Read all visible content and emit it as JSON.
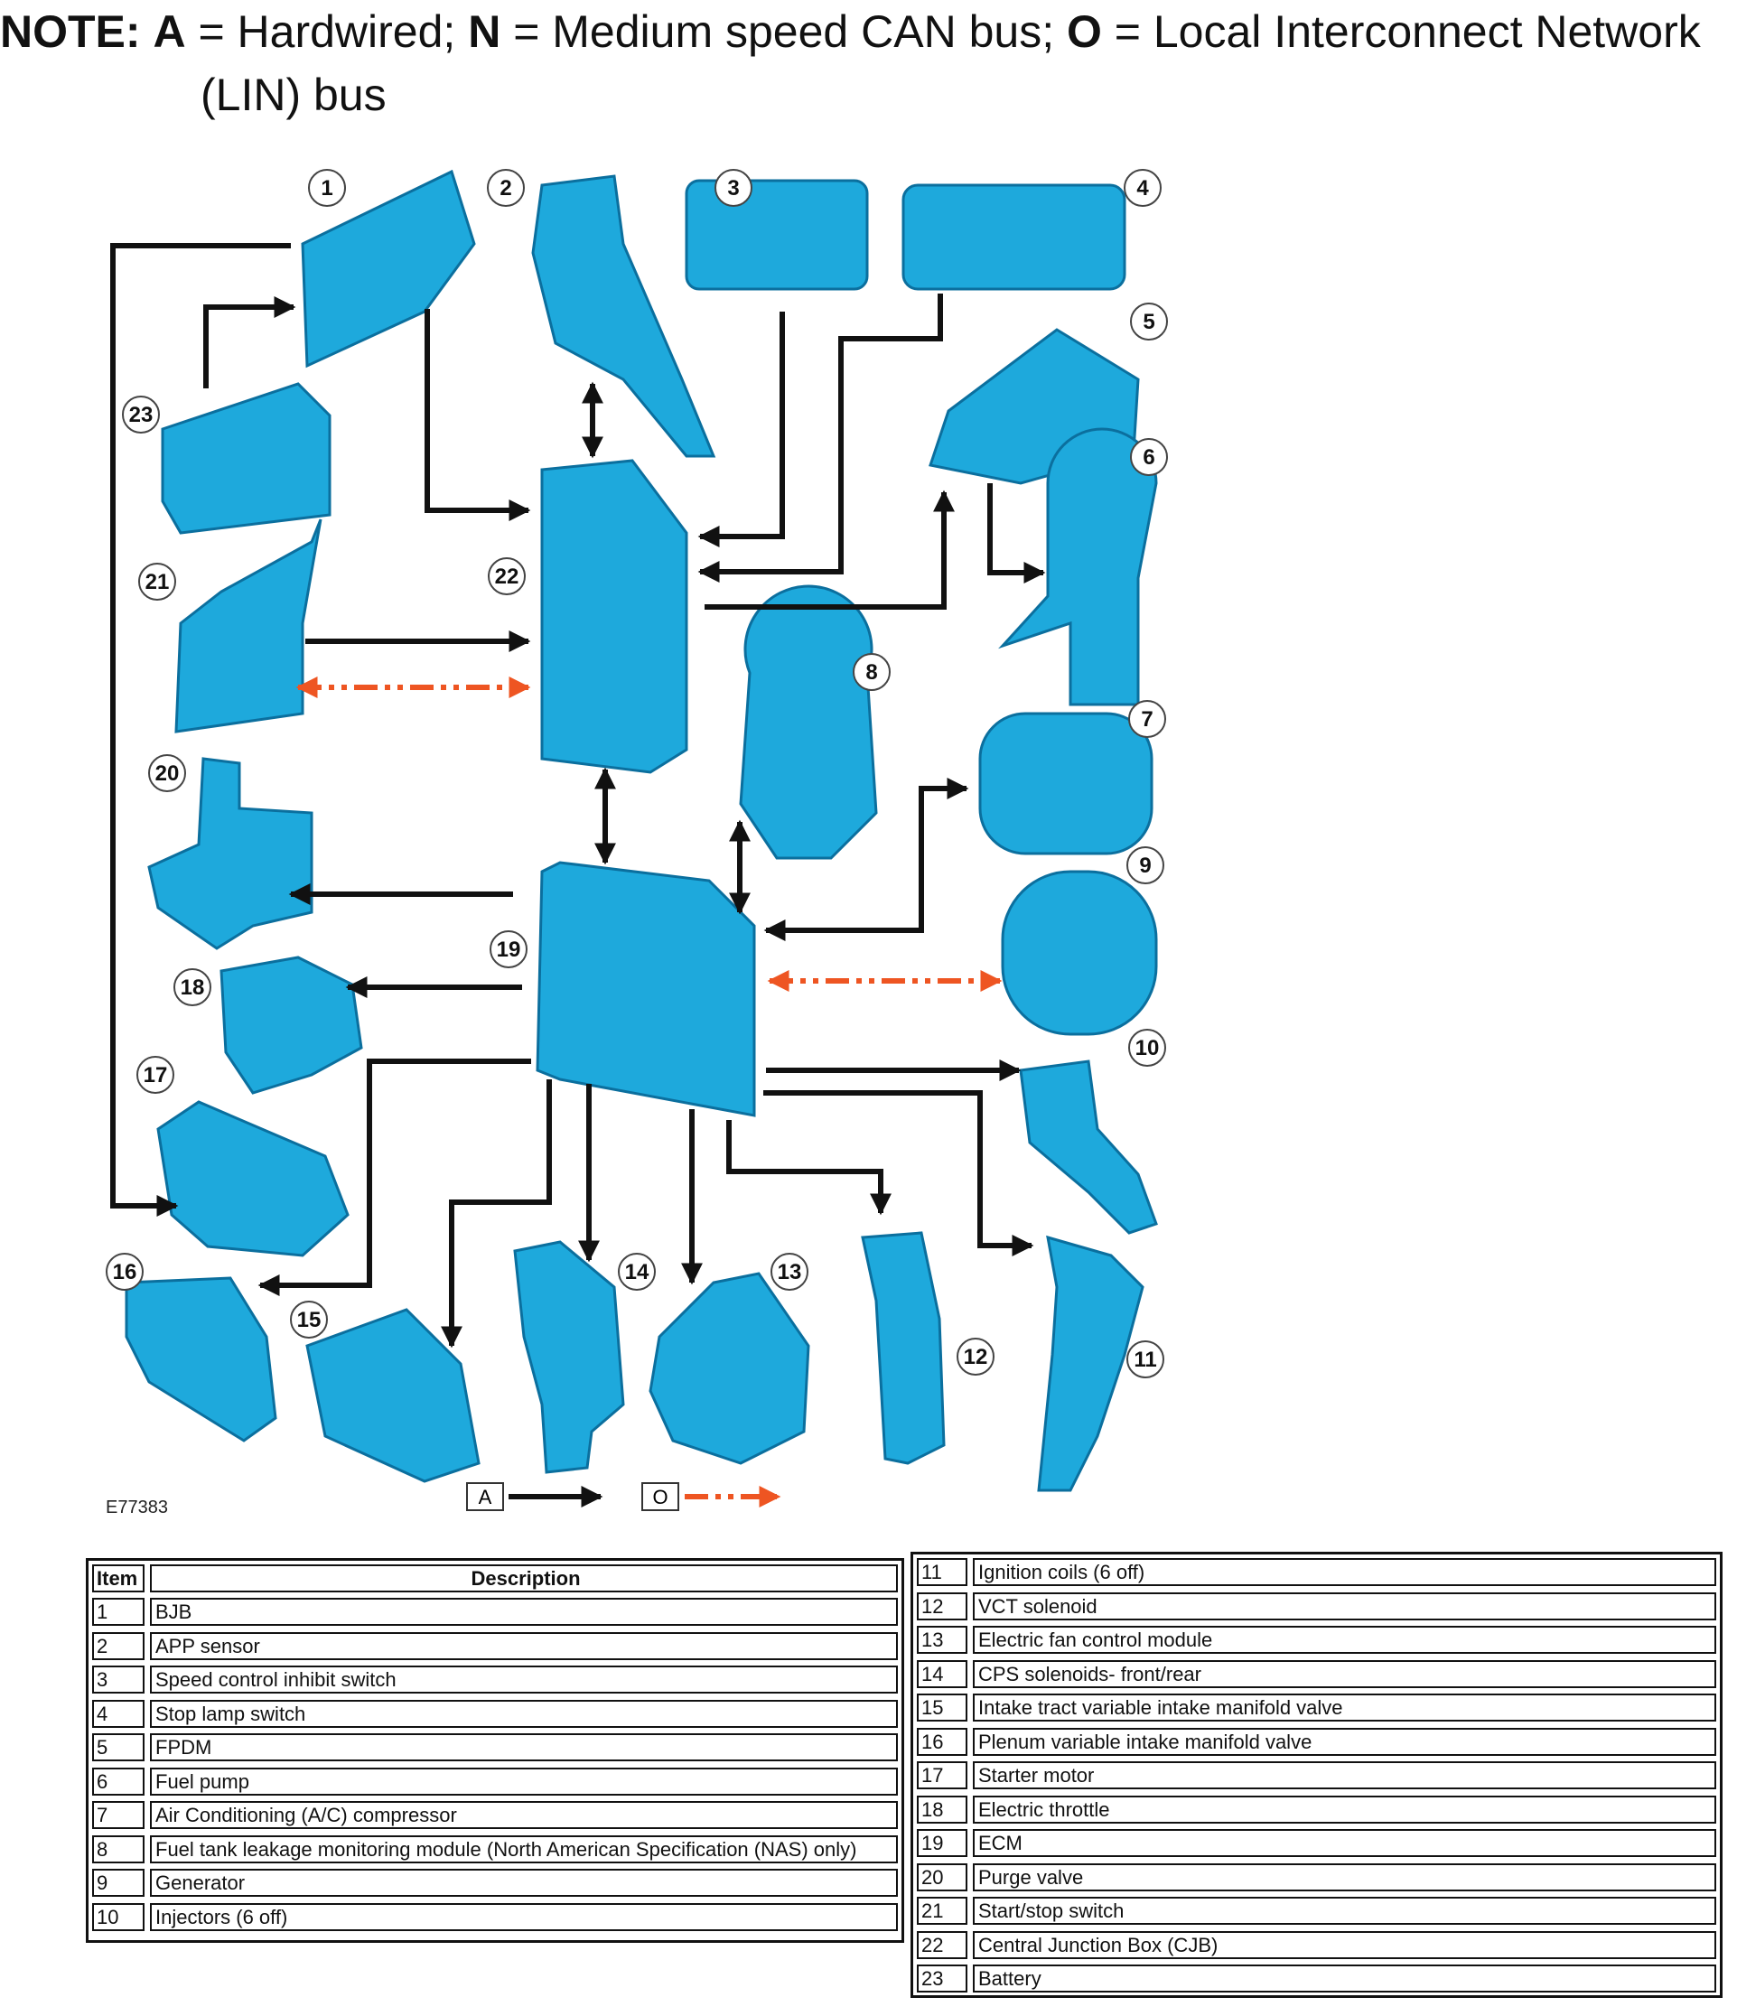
{
  "note": {
    "prefix": "NOTE:",
    "a_key": "A",
    "a_desc": " = Hardwired; ",
    "n_key": "N",
    "n_desc": " = Medium speed CAN bus; ",
    "o_key": "O",
    "o_desc": " = Local Interconnect Network",
    "line2": "(LIN) bus"
  },
  "diagram": {
    "figure_id": "E77383",
    "legend": {
      "hardwired": "A",
      "lin": "O"
    },
    "colors": {
      "component": "#1ea9dc",
      "component_dark": "#0b6f9e",
      "wire": "#111111",
      "lin": "#ee5522"
    }
  },
  "table": {
    "headers": {
      "item": "Item",
      "description": "Description"
    },
    "rows": [
      {
        "item": "1",
        "description": "BJB"
      },
      {
        "item": "2",
        "description": "APP sensor"
      },
      {
        "item": "3",
        "description": "Speed control inhibit switch"
      },
      {
        "item": "4",
        "description": "Stop lamp switch"
      },
      {
        "item": "5",
        "description": "FPDM"
      },
      {
        "item": "6",
        "description": "Fuel pump"
      },
      {
        "item": "7",
        "description": "Air Conditioning (A/C) compressor"
      },
      {
        "item": "8",
        "description": "Fuel tank leakage monitoring module (North American Specification (NAS) only)"
      },
      {
        "item": "9",
        "description": "Generator"
      },
      {
        "item": "10",
        "description": "Injectors (6 off)"
      },
      {
        "item": "11",
        "description": "Ignition coils (6 off)"
      },
      {
        "item": "12",
        "description": "VCT solenoid"
      },
      {
        "item": "13",
        "description": "Electric fan control module"
      },
      {
        "item": "14",
        "description": "CPS solenoids- front/rear"
      },
      {
        "item": "15",
        "description": "Intake tract variable intake manifold valve"
      },
      {
        "item": "16",
        "description": "Plenum variable intake manifold valve"
      },
      {
        "item": "17",
        "description": "Starter motor"
      },
      {
        "item": "18",
        "description": "Electric throttle"
      },
      {
        "item": "19",
        "description": "ECM"
      },
      {
        "item": "20",
        "description": "Purge valve"
      },
      {
        "item": "21",
        "description": "Start/stop switch"
      },
      {
        "item": "22",
        "description": "Central Junction Box (CJB)"
      },
      {
        "item": "23",
        "description": "Battery"
      }
    ]
  }
}
